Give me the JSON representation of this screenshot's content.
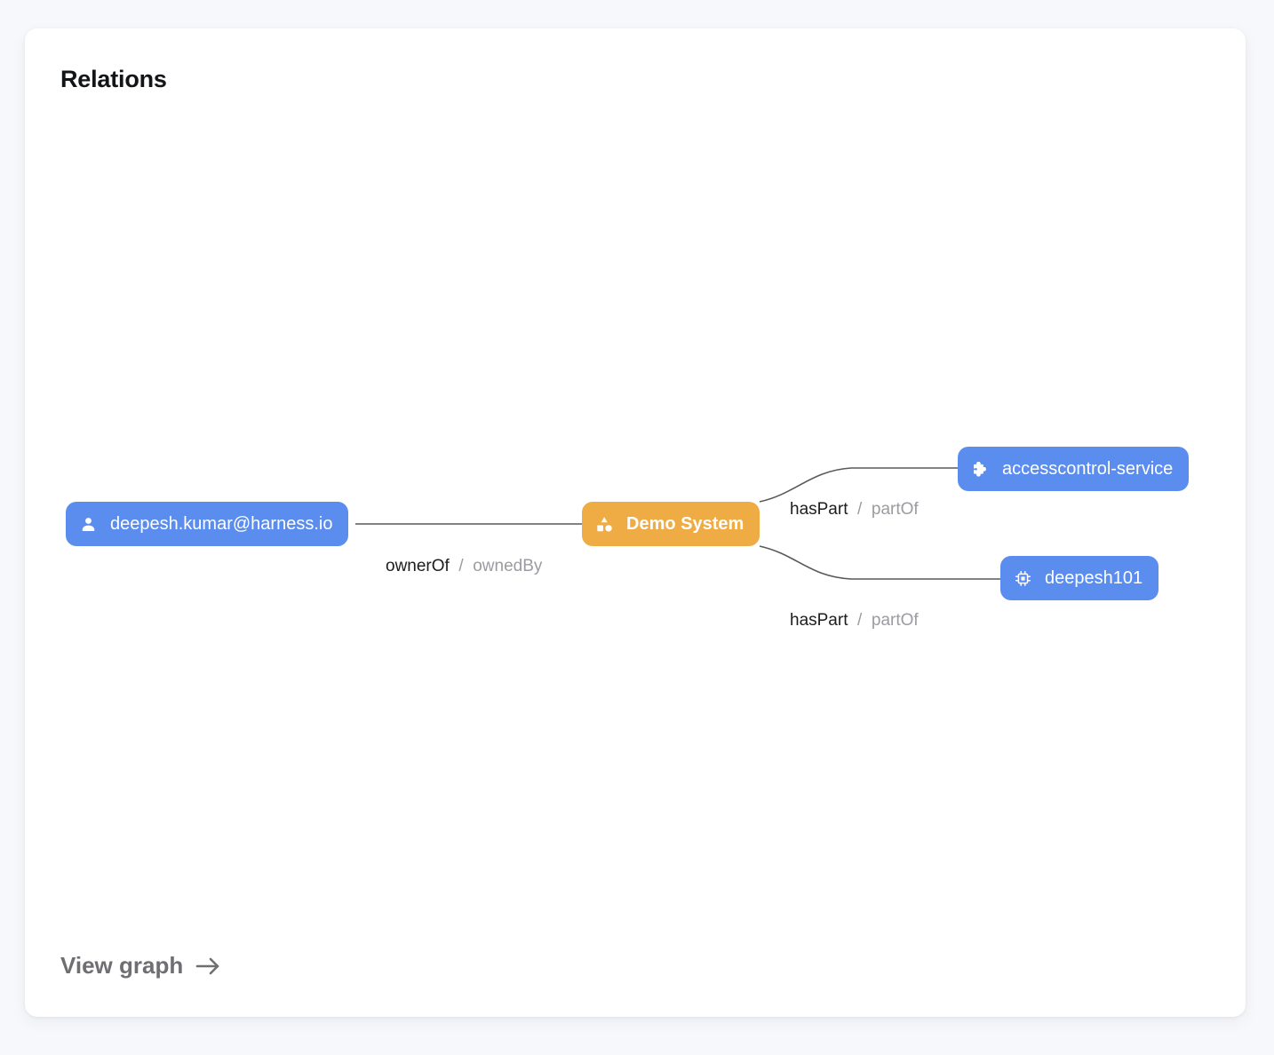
{
  "card": {
    "title": "Relations",
    "footer_link": {
      "label": "View graph",
      "icon": "arrow-right-icon"
    }
  },
  "graph": {
    "nodes": [
      {
        "id": "user",
        "label": "deepesh.kumar@harness.io",
        "kind": "user",
        "icon": "person-icon",
        "color": "#5b8def",
        "text_color": "#ffffff",
        "bold": false
      },
      {
        "id": "system",
        "label": "Demo System",
        "kind": "system",
        "icon": "shapes-icon",
        "color": "#efac45",
        "text_color": "#ffffff",
        "bold": true
      },
      {
        "id": "component",
        "label": "accesscontrol-service",
        "kind": "component",
        "icon": "puzzle-piece-icon",
        "color": "#5b8def",
        "text_color": "#ffffff",
        "bold": false
      },
      {
        "id": "resource",
        "label": "deepesh101",
        "kind": "resource",
        "icon": "chip-icon",
        "color": "#5b8def",
        "text_color": "#ffffff",
        "bold": false
      }
    ],
    "edges": [
      {
        "id": "edge-owner",
        "from": "user",
        "to": "system",
        "forward": "ownerOf",
        "separator": "/",
        "reverse": "ownedBy"
      },
      {
        "id": "edge-part-top",
        "from": "system",
        "to": "component",
        "forward": "hasPart",
        "separator": "/",
        "reverse": "partOf"
      },
      {
        "id": "edge-part-bottom",
        "from": "system",
        "to": "resource",
        "forward": "hasPart",
        "separator": "/",
        "reverse": "partOf"
      }
    ],
    "edge_color": "#595959"
  }
}
